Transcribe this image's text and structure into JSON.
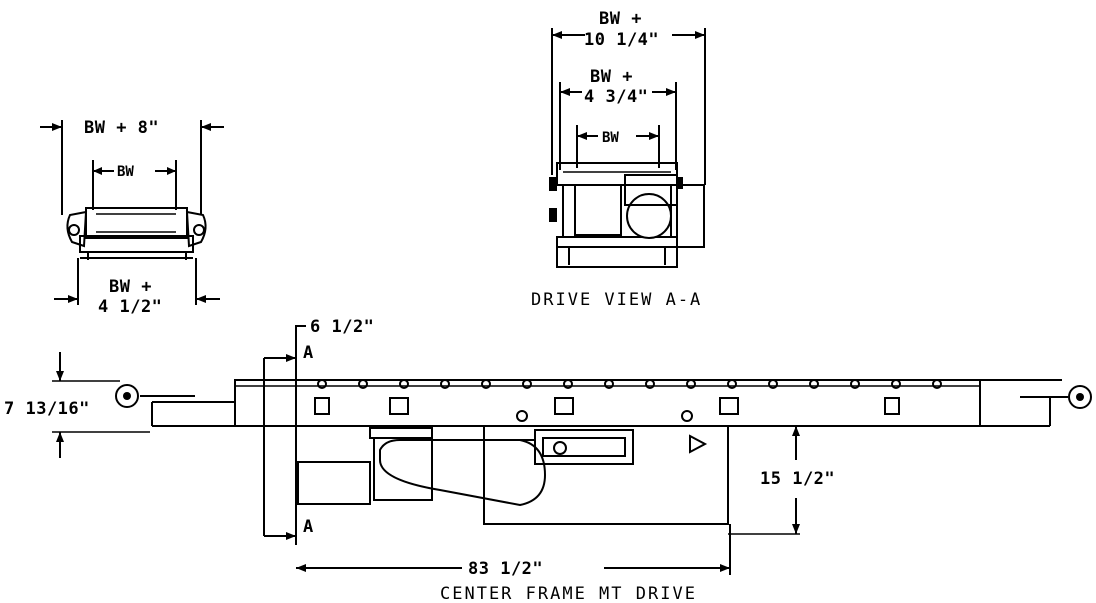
{
  "end_view": {
    "dim_top": "BW + 8\"",
    "dim_inner": "BW",
    "dim_bottom_line1": "BW +",
    "dim_bottom_line2": "4 1/2\""
  },
  "drive_view": {
    "dim_outer_line1": "BW +",
    "dim_outer_line2": "10 1/4\"",
    "dim_mid_line1": "BW +",
    "dim_mid_line2": "4 3/4\"",
    "dim_inner": "BW",
    "caption": "DRIVE VIEW A-A"
  },
  "side_view": {
    "dim_offset": "6 1/2\"",
    "section_mark": "A",
    "dim_height": "7 13/16\"",
    "dim_drive_drop": "15 1/2\"",
    "dim_length": "83 1/2\"",
    "caption": "CENTER FRAME MT DRIVE"
  }
}
